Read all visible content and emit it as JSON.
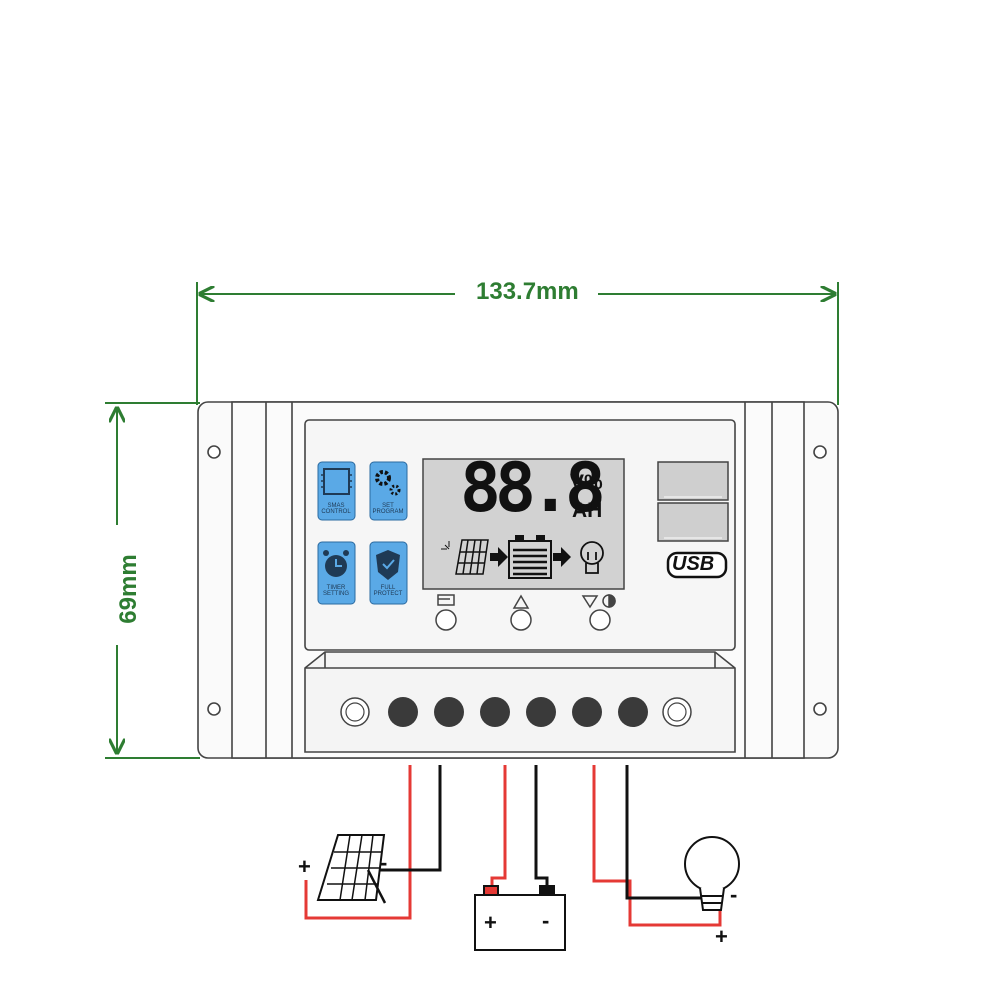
{
  "dimensions": {
    "width_label": "133.7mm",
    "height_label": "69mm",
    "color": "#2e7d32"
  },
  "feature_icons": [
    {
      "icon": "chip-icon",
      "caption": "SMAS CONTROL"
    },
    {
      "icon": "gears-icon",
      "caption": "SET PROGRAM"
    },
    {
      "icon": "alarm-clock-icon",
      "caption": "TIMER SETTING"
    },
    {
      "icon": "shield-icon",
      "caption": "FULL PROTECT"
    }
  ],
  "lcd": {
    "digits": "88.8",
    "unit_top": "V%",
    "unit_bottom": "AH",
    "flow_icons": [
      "solar-panel-icon",
      "arrow-right-icon",
      "battery-icon",
      "arrow-right-icon",
      "bulb-icon"
    ]
  },
  "usb": {
    "label": "USB"
  },
  "buttons": [
    {
      "icon": "menu-icon"
    },
    {
      "icon": "triangle-up-icon"
    },
    {
      "icon": "triangle-down-icon"
    }
  ],
  "terminals": {
    "count": 6
  },
  "wiring": {
    "solar": {
      "plus": "+",
      "minus": "-"
    },
    "battery": {
      "plus": "+",
      "minus": "-"
    },
    "load": {
      "plus": "+",
      "minus": "-"
    },
    "colors": {
      "positive": "#e53935",
      "negative": "#111111",
      "icon_blue": "#5aa9e6"
    }
  }
}
